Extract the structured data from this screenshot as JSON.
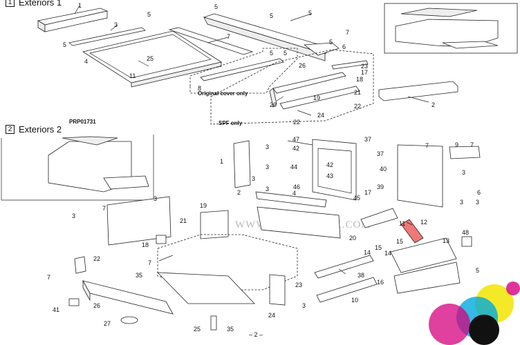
{
  "section1": {
    "number": "1",
    "title": "Exteriors 1"
  },
  "section2": {
    "number": "2",
    "title": "Exteriors 2"
  },
  "code": "PRP01731",
  "original_cover_note": "Original cover only",
  "spf_note": "SPF only",
  "watermark": "WWW.COPY-YADAK.COM",
  "page_number": "– 2 –",
  "highlighted_callout": "11",
  "highlight_color": "#e8302e",
  "callouts_top": [
    "1",
    "5",
    "3",
    "5",
    "4",
    "25",
    "11",
    "7",
    "5",
    "5",
    "5",
    "5",
    "6",
    "7",
    "5",
    "5",
    "8",
    "26",
    "23",
    "17",
    "18",
    "21",
    "19",
    "20",
    "22",
    "2",
    "22",
    "24"
  ],
  "callouts_bottom": [
    "47",
    "37",
    "42",
    "44",
    "42",
    "43",
    "46",
    "37",
    "40",
    "45",
    "17",
    "39",
    "3",
    "1",
    "3",
    "3",
    "3",
    "2",
    "4",
    "19",
    "3",
    "7",
    "21",
    "3",
    "18",
    "7",
    "22",
    "7",
    "35",
    "41",
    "26",
    "27",
    "25",
    "35",
    "24",
    "23",
    "3",
    "20",
    "38",
    "10",
    "14",
    "15",
    "14",
    "15",
    "12",
    "11",
    "13",
    "48",
    "16",
    "5",
    "3",
    "3",
    "9",
    "7",
    "3",
    "6",
    "7"
  ]
}
